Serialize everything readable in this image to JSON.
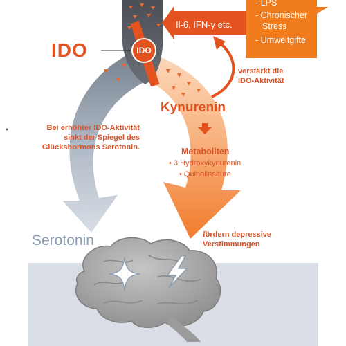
{
  "labels": {
    "ido_big": "IDO",
    "ido_circle": "IDO",
    "cytokines": "Il-6, IFN-γ etc.",
    "triggers": [
      "LPS",
      "Chronischer",
      "Stress",
      "Umweltgifte"
    ],
    "amplifies_line1": "verstärkt die",
    "amplifies_line2": "IDO-Aktivität",
    "kynurenin": "Kynurenin",
    "left_note_line1": "Bei erhöhter IDO-Aktivität",
    "left_note_line2": "sinkt der Spiegel des",
    "left_note_line3": "Glückshormons Serotonin.",
    "metabolites_title": "Metaboliten",
    "metabolites": [
      "3 Hydroxykynurenin",
      "Quinolinsäure"
    ],
    "promote_line1": "fördern depressive",
    "promote_line2": "Verstimmungen",
    "serotonin": "Serotonin"
  },
  "colors": {
    "orange": "#e4521f",
    "orange_light": "#f6a469",
    "grey_blue": "#8d9db1",
    "dark_column": "#5c6068",
    "floor": "#d9dee6",
    "brain": "#a9a8a8"
  }
}
